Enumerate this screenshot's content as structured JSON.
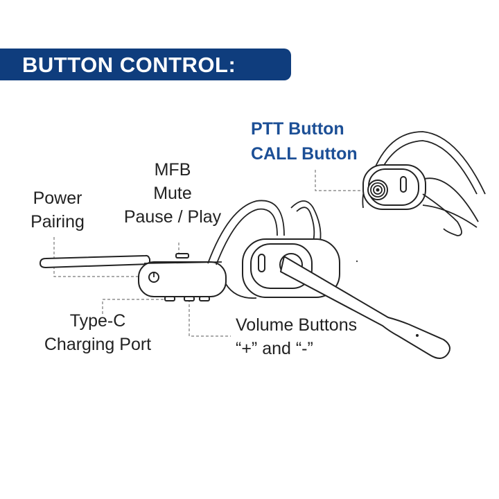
{
  "header": {
    "title": "BUTTON CONTROL:"
  },
  "labels": {
    "ptt_line1": "PTT Button",
    "ptt_line2": "CALL Button",
    "mfb_line1": "MFB",
    "mfb_line2": "Mute",
    "mfb_line3": "Pause / Play",
    "power_line1": "Power",
    "power_line2": "Pairing",
    "typec_line1": "Type-C",
    "typec_line2": "Charging Port",
    "volume_line1": "Volume Buttons",
    "volume_line2": "“+” and “-”"
  },
  "colors": {
    "banner": "#0f3d7d",
    "highlight_text": "#1c4f96"
  }
}
